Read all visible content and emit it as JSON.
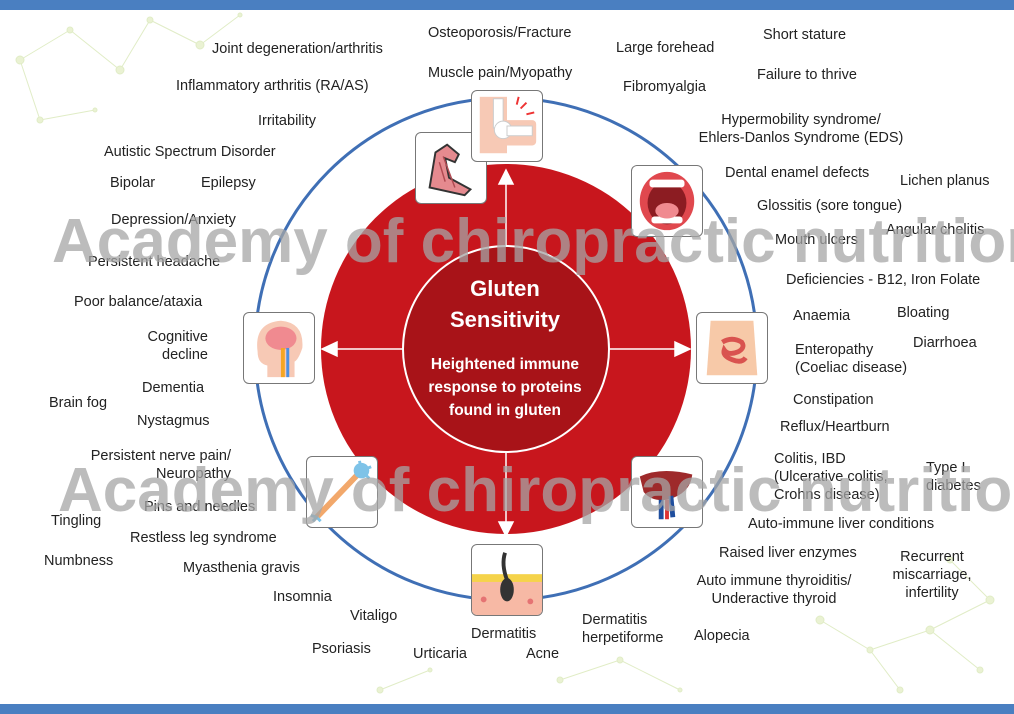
{
  "center": {
    "title": "Gluten\nSensitivity",
    "subtitle": "Heightened immune\nresponse to proteins\nfound in gluten"
  },
  "watermark": "Academy of chiropractic nutrition",
  "colors": {
    "frame_bar": "#4a7fc1",
    "outer_ring": "#3f6fb5",
    "red_disk": "#c8161d",
    "inner_circle": "#a81318"
  },
  "icons": [
    "muscle-icon",
    "knee-joint-icon",
    "open-mouth-icon",
    "torso-intestines-icon",
    "liver-icon",
    "skin-hair-icon",
    "nerve-cell-icon",
    "brain-head-icon"
  ],
  "labels": {
    "osteoporosis": "Osteoporosis/Fracture",
    "muscle_pain": "Muscle pain/Myopathy",
    "joint_degeneration": "Joint degeneration/arthritis",
    "inflammatory_arthritis": "Inflammatory arthritis (RA/AS)",
    "irritability": "Irritability",
    "autistic": "Autistic Spectrum Disorder",
    "bipolar": "Bipolar",
    "epilepsy": "Epilepsy",
    "depression": "Depression/Anxiety",
    "headache": "Persistent headache",
    "poor_balance": "Poor balance/ataxia",
    "cognitive": "Cognitive\ndecline",
    "dementia": "Dementia",
    "brain_fog": "Brain fog",
    "nystagmus": "Nystagmus",
    "nerve_pain": "Persistent nerve pain/\nNeuropathy",
    "pins_needles": "Pins and needles",
    "tingling": "Tingling",
    "restless_leg": "Restless leg syndrome",
    "numbness": "Numbness",
    "myasthenia": "Myasthenia gravis",
    "insomnia": "Insomnia",
    "vitaligo": "Vitaligo",
    "psoriasis": "Psoriasis",
    "urticaria": "Urticaria",
    "dermatitis": "Dermatitis",
    "acne": "Acne",
    "dermatitis_herpetiforme": "Dermatitis\nherpetiforme",
    "alopecia": "Alopecia",
    "large_forehead": "Large forehead",
    "short_stature": "Short stature",
    "fibromyalgia": "Fibromyalgia",
    "failure_thrive": "Failure to thrive",
    "hypermobility": "Hypermobility syndrome/\nEhlers-Danlos Syndrome (EDS)",
    "dental": "Dental enamel defects",
    "lichen": "Lichen planus",
    "glossitis": "Glossitis (sore tongue)",
    "mouth_ulcers": "Mouth ulcers",
    "angular": "Angular chelitis",
    "deficiencies": "Deficiencies - B12, Iron Folate",
    "anaemia": "Anaemia",
    "bloating": "Bloating",
    "enteropathy": "Enteropathy\n(Coeliac disease)",
    "diarrhoea": "Diarrhoea",
    "constipation": "Constipation",
    "reflux": "Reflux/Heartburn",
    "colitis": "Colitis, IBD\n(Ulcerative colitis,\nCrohns disease)",
    "type1": "Type I\ndiabetes",
    "autoimmune_liver": "Auto-immune liver conditions",
    "raised_liver": "Raised liver enzymes",
    "recurrent": "Recurrent\nmiscarriage,\ninfertility",
    "thyroiditis": "Auto immune thyroiditis/\nUnderactive thyroid"
  }
}
